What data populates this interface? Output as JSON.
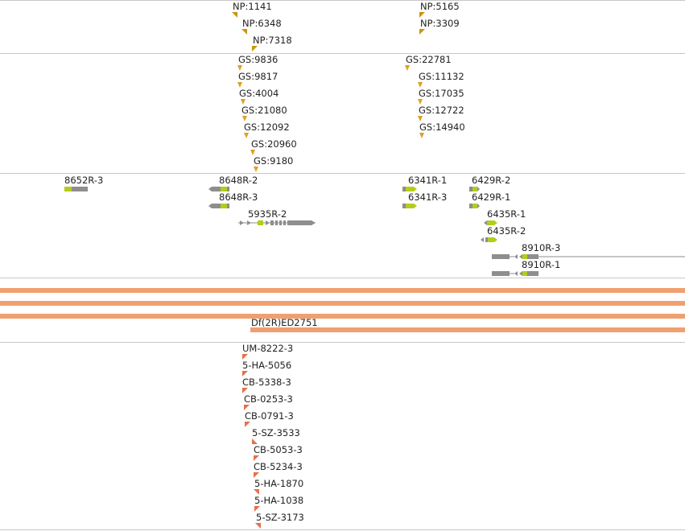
{
  "colors": {
    "np_marker": "#c8960c",
    "gs_marker": "#e0a020",
    "exon_gray": "#8e8e8e",
    "exon_green": "#b5cc18",
    "intron": "#8e8e8e",
    "deficiency": "#f0a070",
    "insertion_marker": "#e8704a",
    "divider": "#c8c8c8"
  },
  "tracks": {
    "np_insertions": [
      {
        "label": "NP:1141",
        "marker": "tri-down-left"
      },
      {
        "label": "NP:6348",
        "marker": "tri-down-left"
      },
      {
        "label": "NP:7318",
        "marker": "tri-down-right"
      },
      {
        "label": "NP:5165",
        "marker": "tri-down-right"
      },
      {
        "label": "NP:3309",
        "marker": "tri-down-right"
      }
    ],
    "gs_insertions": [
      {
        "label": "GS:9836"
      },
      {
        "label": "GS:9817"
      },
      {
        "label": "GS:4004"
      },
      {
        "label": "GS:21080"
      },
      {
        "label": "GS:12092"
      },
      {
        "label": "GS:20960"
      },
      {
        "label": "GS:9180"
      },
      {
        "label": "GS:22781"
      },
      {
        "label": "GS:11132"
      },
      {
        "label": "GS:17035"
      },
      {
        "label": "GS:12722"
      },
      {
        "label": "GS:14940"
      }
    ],
    "transcripts": [
      {
        "label": "8652R-3"
      },
      {
        "label": "8648R-2"
      },
      {
        "label": "8648R-3"
      },
      {
        "label": "5935R-2"
      },
      {
        "label": "6341R-1"
      },
      {
        "label": "6341R-3"
      },
      {
        "label": "6429R-2"
      },
      {
        "label": "6429R-1"
      },
      {
        "label": "6435R-1"
      },
      {
        "label": "6435R-2"
      },
      {
        "label": "8910R-3"
      },
      {
        "label": "8910R-1"
      }
    ],
    "deficiencies": [
      {
        "label": ""
      },
      {
        "label": ""
      },
      {
        "label": ""
      },
      {
        "label": "Df(2R)ED2751"
      }
    ],
    "insertions": [
      {
        "label": "UM-8222-3",
        "marker": "tri-down-right"
      },
      {
        "label": "5-HA-5056",
        "marker": "tri-down-right"
      },
      {
        "label": "CB-5338-3",
        "marker": "tri-down-right"
      },
      {
        "label": "CB-0253-3",
        "marker": "tri-down-right"
      },
      {
        "label": "CB-0791-3",
        "marker": "tri-down-right"
      },
      {
        "label": "5-SZ-3533",
        "marker": "tri-up-right"
      },
      {
        "label": "CB-5053-3",
        "marker": "tri-down-right"
      },
      {
        "label": "CB-5234-3",
        "marker": "tri-down-right"
      },
      {
        "label": "5-HA-1870",
        "marker": "tri-down-left"
      },
      {
        "label": "5-HA-1038",
        "marker": "tri-down-right"
      },
      {
        "label": "5-SZ-3173",
        "marker": "tri-down-left"
      }
    ]
  }
}
